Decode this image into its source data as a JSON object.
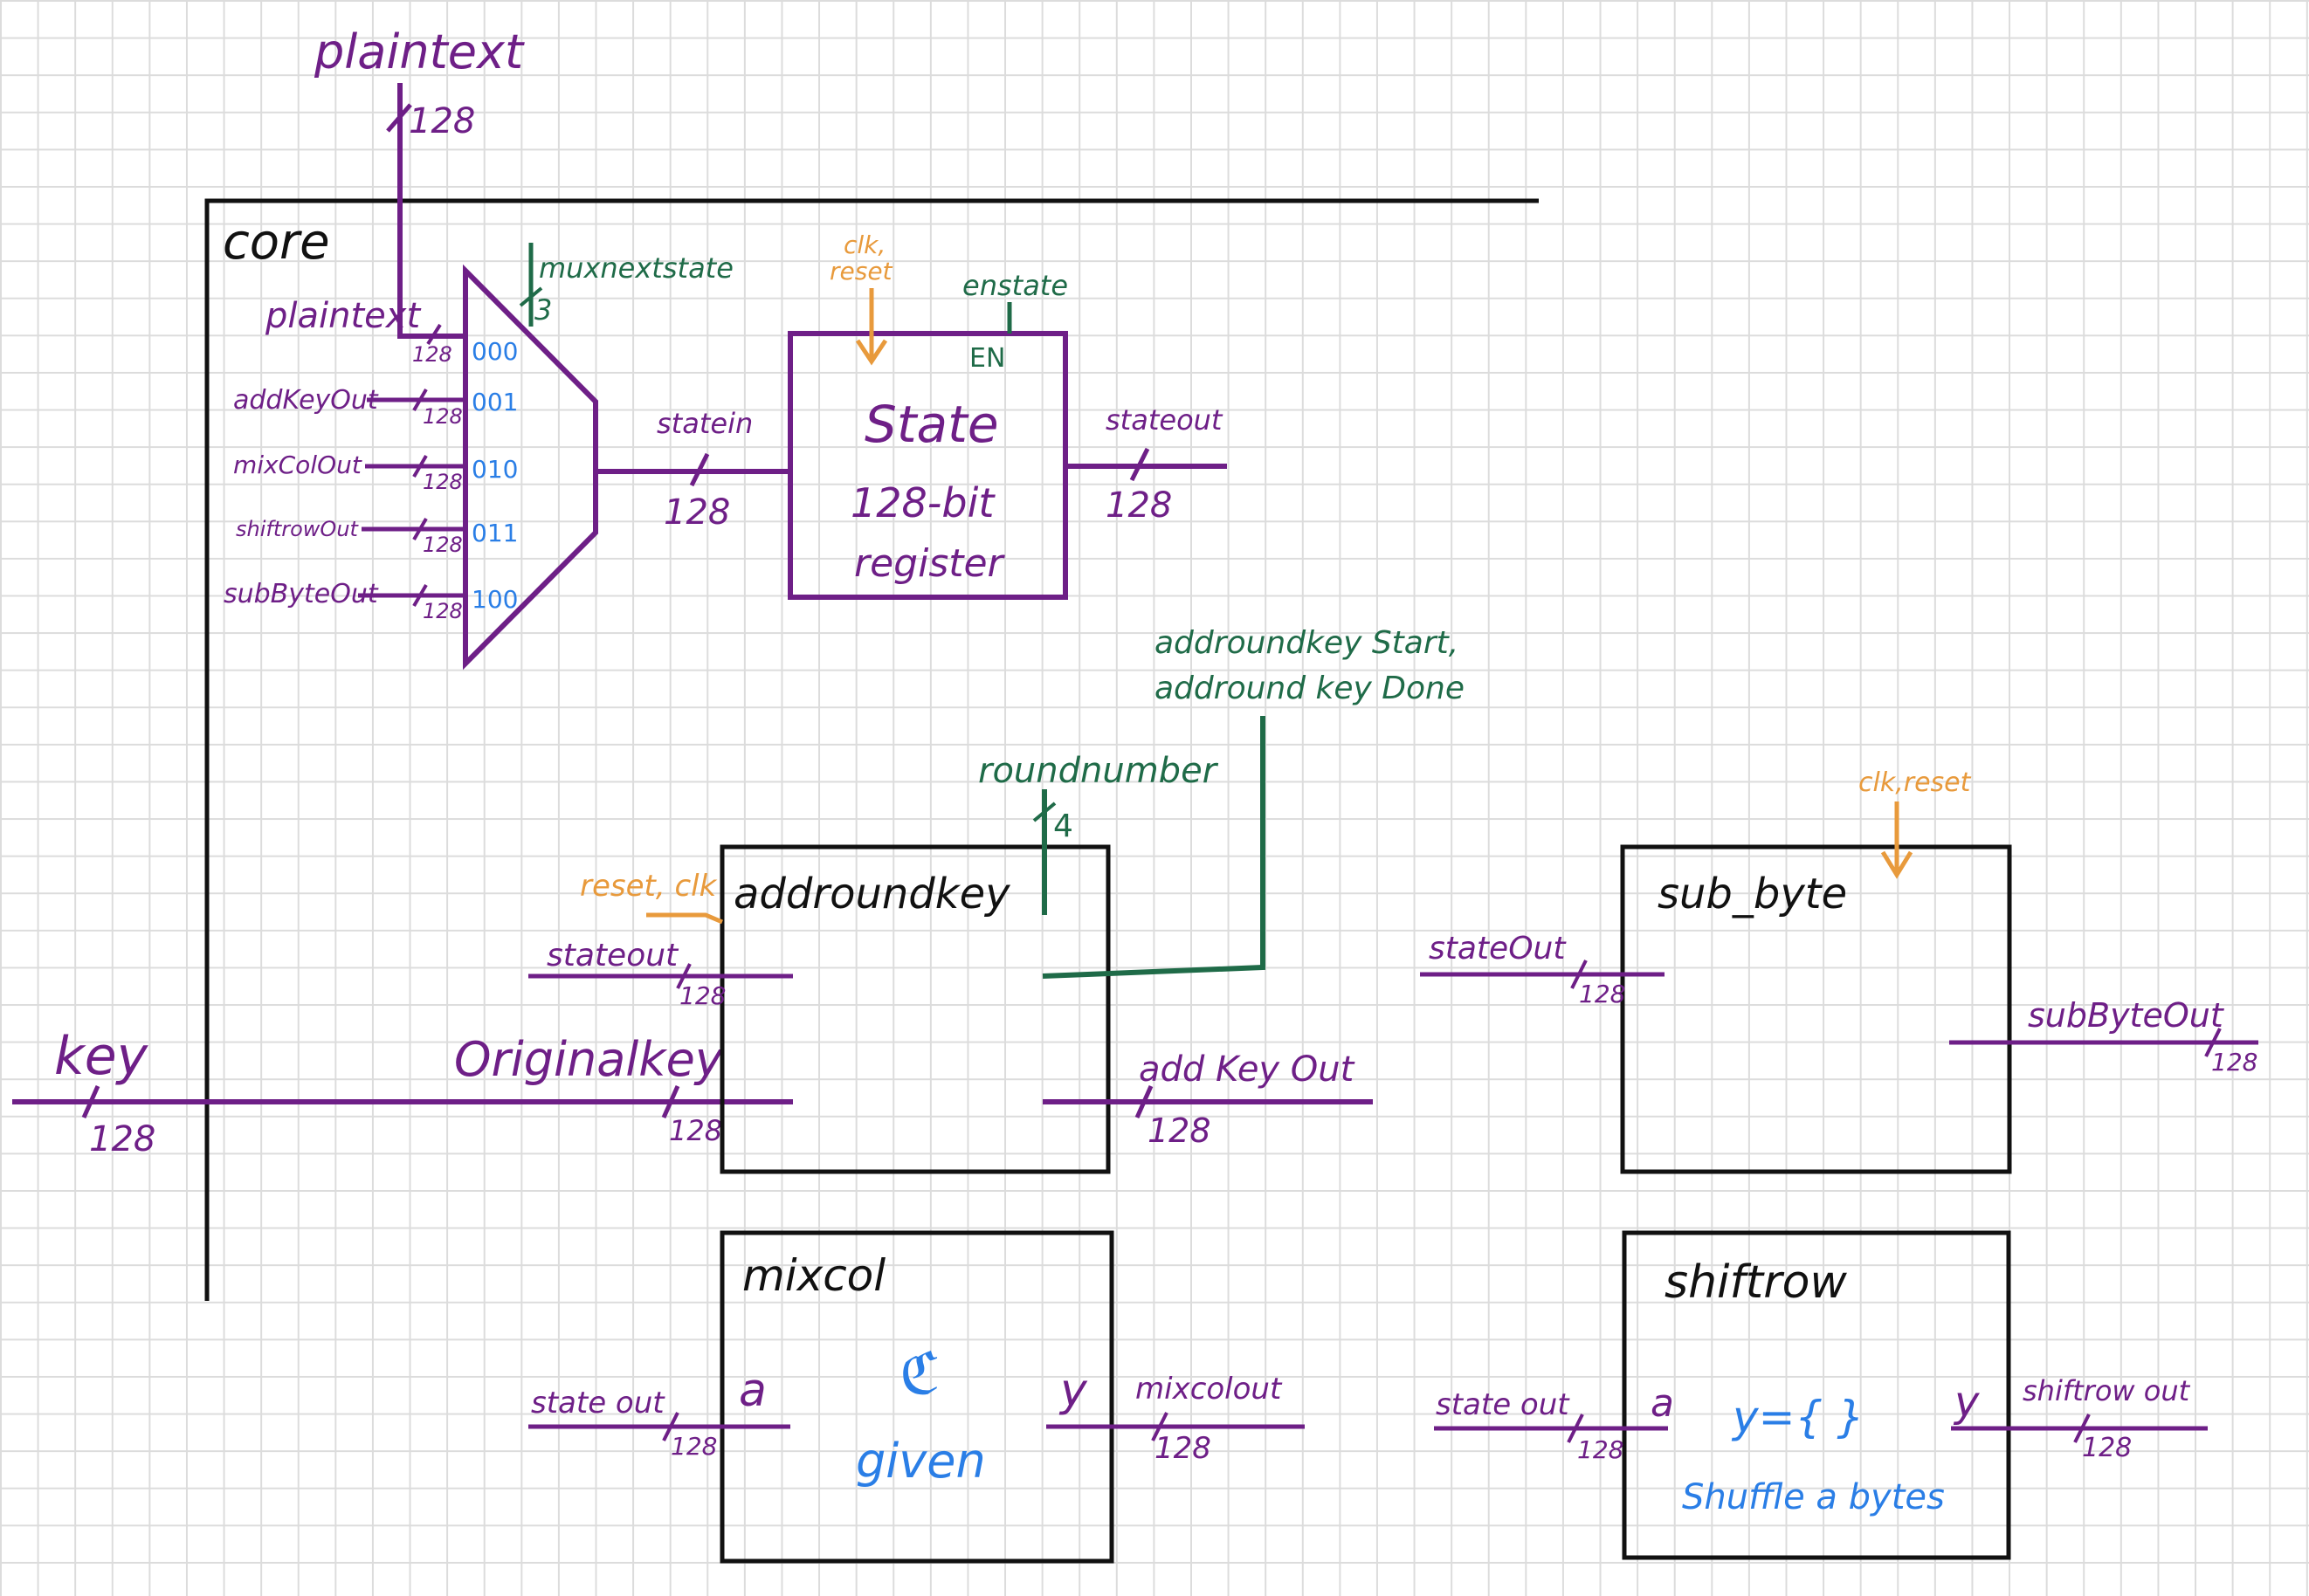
{
  "colors": {
    "black": "#111111",
    "signal": "#6e1f87",
    "control": "#1f6b48",
    "clock": "#e89a3c",
    "note": "#2a7ee6"
  },
  "top_input": {
    "name": "plaintext",
    "width": "128"
  },
  "core": {
    "label": "core"
  },
  "mux": {
    "select": "muxnextstate",
    "select_width": "3",
    "inputs": [
      {
        "name": "plaintext",
        "width": "128",
        "code": "000"
      },
      {
        "name": "addKeyOut",
        "width": "128",
        "code": "001"
      },
      {
        "name": "mixColOut",
        "width": "128",
        "code": "010"
      },
      {
        "name": "shiftrowOut",
        "width": "128",
        "code": "011"
      },
      {
        "name": "subByteOut",
        "width": "128",
        "code": "100"
      }
    ],
    "output": {
      "name": "statein",
      "width": "128"
    }
  },
  "state_reg": {
    "clock": "clk,",
    "reset": "reset",
    "enable": "enstate",
    "en_pin": "EN",
    "title": "State",
    "line2": "128-bit",
    "line3": "register",
    "output": {
      "name": "stateout",
      "width": "128"
    }
  },
  "addroundkey": {
    "title": "addroundkey",
    "clock": "reset, clk",
    "roundnumber": "roundnumber",
    "round_width": "4",
    "ctrl_line1": "addroundkey Start,",
    "ctrl_line2": "addround key Done",
    "in_state": {
      "name": "stateout",
      "width": "128"
    },
    "in_key": {
      "name": "Originalkey",
      "width": "128"
    },
    "output": {
      "name": "add Key Out",
      "width": "128"
    }
  },
  "key_input": {
    "name": "key",
    "width": "128"
  },
  "sub_byte": {
    "title": "sub_byte",
    "clock": "clk,reset",
    "input": {
      "name": "stateOut",
      "width": "128"
    },
    "output": {
      "name": "subByteOut",
      "width": "128"
    }
  },
  "mixcol": {
    "title": "mixcol",
    "port_a": "a",
    "port_y": "y",
    "note_symbol": "ℭ",
    "note": "given",
    "input": {
      "name": "state out",
      "width": "128"
    },
    "output": {
      "name": "mixcolout",
      "width": "128"
    }
  },
  "shiftrow": {
    "title": "shiftrow",
    "port_a": "a",
    "port_y": "y",
    "note1": "y={ }",
    "note2": "Shuffle a bytes",
    "input": {
      "name": "state out",
      "width": "128"
    },
    "output": {
      "name": "shiftrow out",
      "width": "128"
    }
  }
}
